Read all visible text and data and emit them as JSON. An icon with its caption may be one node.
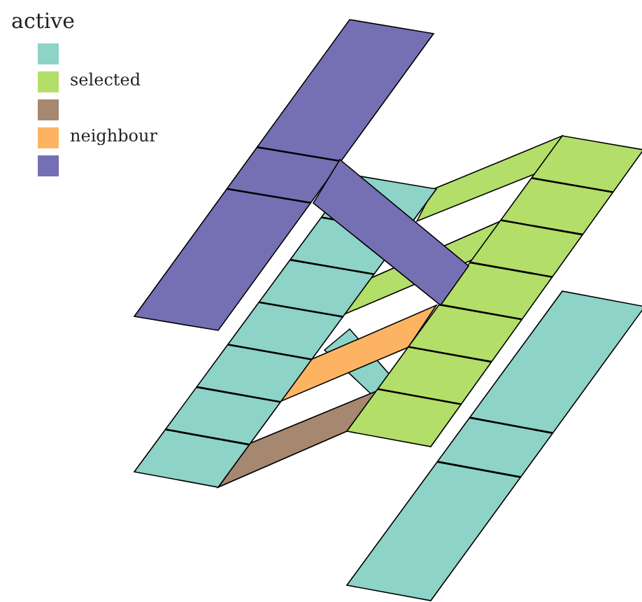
{
  "diagram": {
    "labels": [
      "active"
    ],
    "legend": [
      {
        "text": "selected",
        "color": "#b3de69"
      },
      {
        "text": "neighbour",
        "color": "#fdb462"
      }
    ]
  }
}
